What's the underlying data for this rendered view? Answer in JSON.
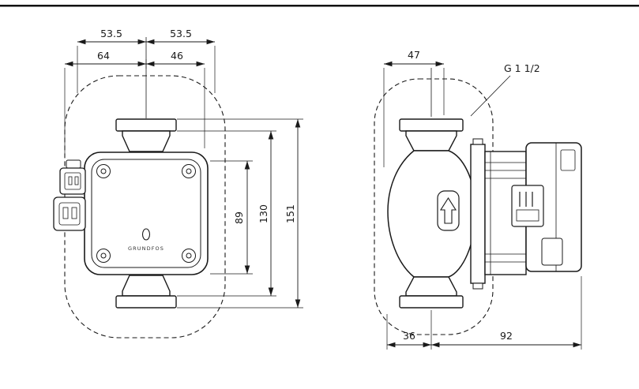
{
  "page": {
    "ink_color": "#1a1a1a",
    "background_color": "#ffffff"
  },
  "front_view": {
    "dims": {
      "top_left_half": "53.5",
      "top_right_half": "53.5",
      "left_width": "64",
      "right_width": "46",
      "body_height": "89",
      "port_height": "130",
      "overall_height": "151"
    },
    "brand": "GRUNDFOS"
  },
  "side_view": {
    "dims": {
      "top_width": "47",
      "bottom_left": "36",
      "bottom_right": "92"
    },
    "thread_label": "G 1 1/2"
  }
}
